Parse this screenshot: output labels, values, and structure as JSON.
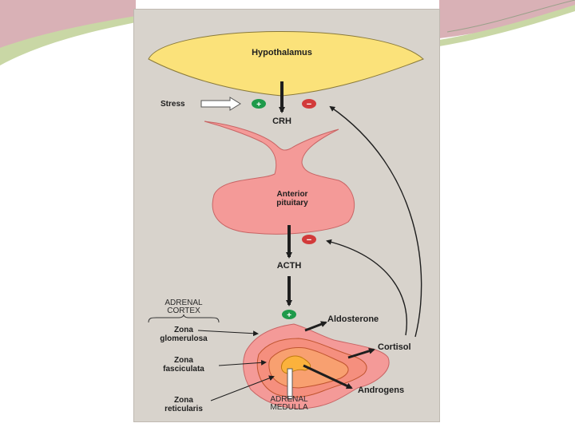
{
  "diagram": {
    "hypothalamus": "Hypothalamus",
    "stress": "Stress",
    "crh": "CRH",
    "anterior_pituitary_line1": "Anterior",
    "anterior_pituitary_line2": "pituitary",
    "acth": "ACTH",
    "adrenal_cortex_line1": "ADRENAL",
    "adrenal_cortex_line2": "CORTEX",
    "zona_glomerulosa_line1": "Zona",
    "zona_glomerulosa_line2": "glomerulosa",
    "zona_fasciculata_line1": "Zona",
    "zona_fasciculata_line2": "fasciculata",
    "zona_reticularis_line1": "Zona",
    "zona_reticularis_line2": "reticularis",
    "adrenal_medulla_line1": "ADRENAL",
    "adrenal_medulla_line2": "MEDULLA",
    "aldosterone": "Aldosterone",
    "cortisol": "Cortisol",
    "androgens": "Androgens",
    "plus_sign": "+",
    "minus_sign": "−"
  },
  "colors": {
    "hypothalamus_fill": "#fbe27a",
    "gland_fill": "#f49a98",
    "plus_badge": "#1e9a4a",
    "minus_badge": "#d23a3a",
    "figure_background": "#d8d3cc"
  }
}
